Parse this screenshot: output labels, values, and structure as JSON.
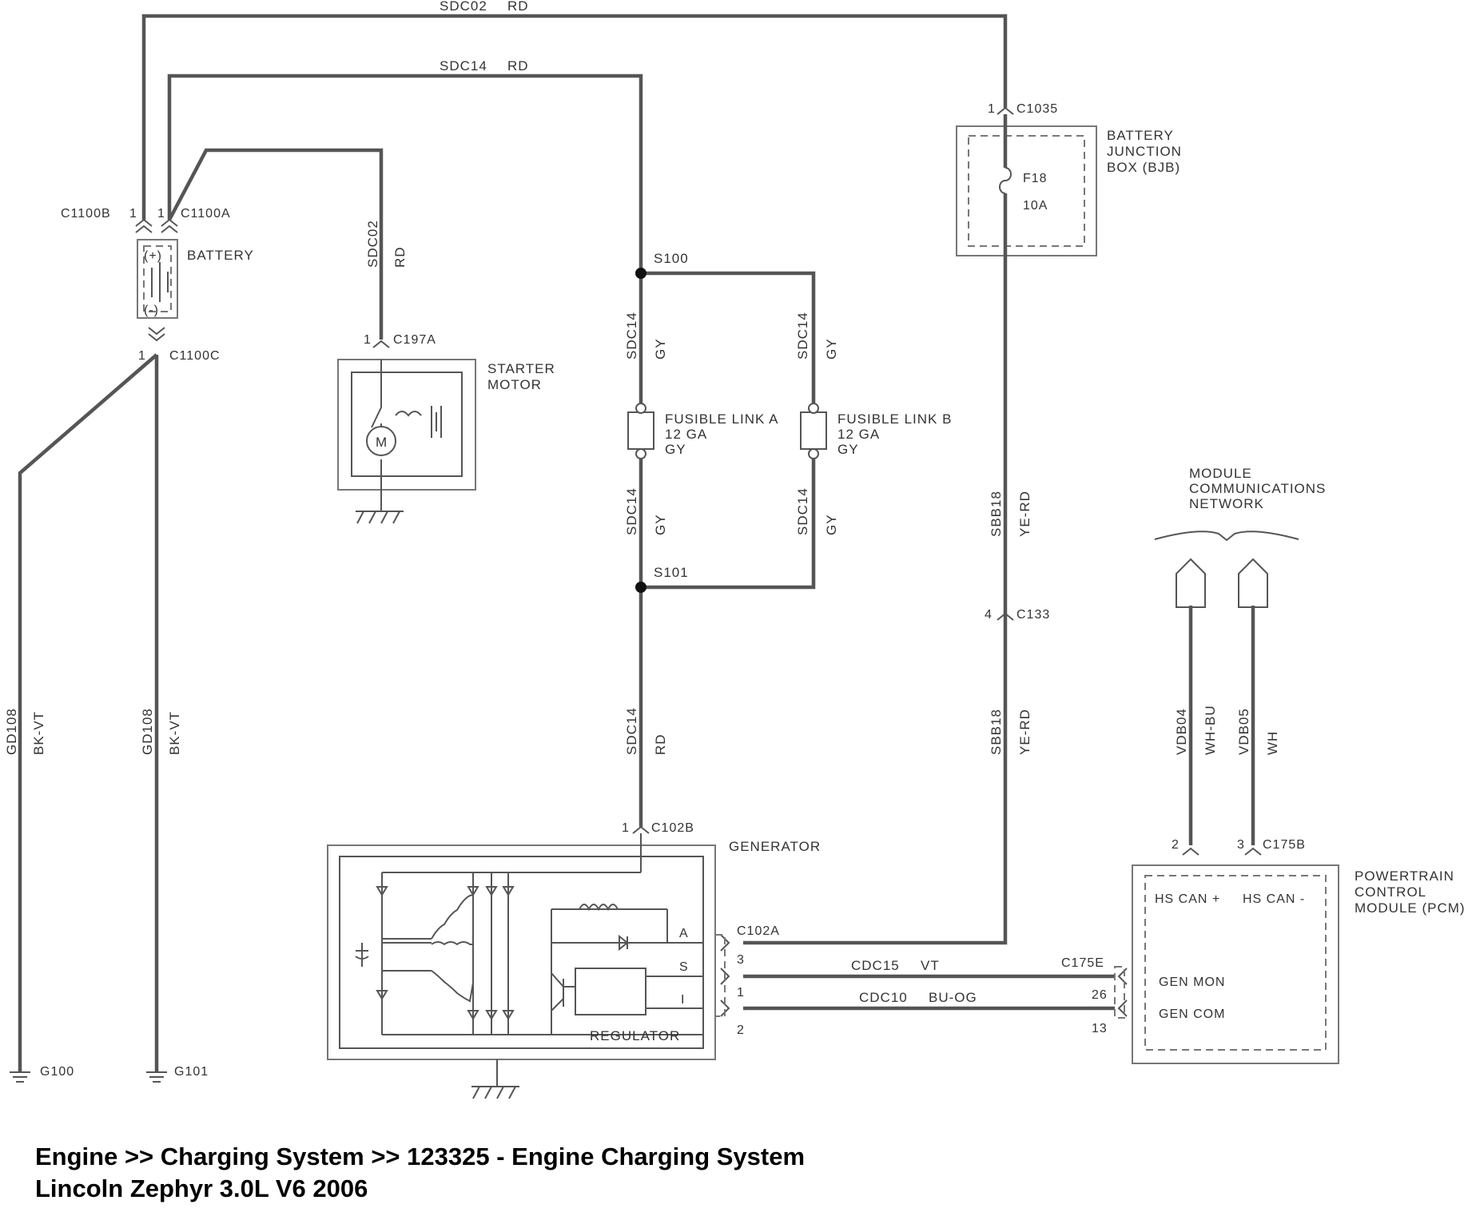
{
  "wires": {
    "top_long": {
      "circuit": "SDC02",
      "color": "RD"
    },
    "top_second": {
      "circuit": "SDC14",
      "color": "RD"
    },
    "starter_feed": {
      "circuit": "SDC02",
      "color": "RD"
    },
    "link_a_upper": {
      "circuit": "SDC14",
      "color": "GY"
    },
    "link_b_upper": {
      "circuit": "SDC14",
      "color": "GY"
    },
    "link_a_lower": {
      "circuit": "SDC14",
      "color": "GY"
    },
    "link_b_lower": {
      "circuit": "SDC14",
      "color": "GY"
    },
    "gen_feed": {
      "circuit": "SDC14",
      "color": "RD"
    },
    "bjb_upper": {
      "circuit": "SBB18",
      "color": "YE-RD"
    },
    "bjb_lower": {
      "circuit": "SBB18",
      "color": "YE-RD"
    },
    "ground_left": {
      "circuit": "GD108",
      "color": "BK-VT"
    },
    "ground_right": {
      "circuit": "GD108",
      "color": "BK-VT"
    },
    "can_plus": {
      "circuit": "VDB04",
      "color": "WH-BU"
    },
    "can_minus": {
      "circuit": "VDB05",
      "color": "WH"
    },
    "gen_mon": {
      "circuit": "CDC15",
      "color": "VT"
    },
    "gen_com": {
      "circuit": "CDC10",
      "color": "BU-OG"
    }
  },
  "connectors": {
    "c1100b": {
      "name": "C1100B",
      "pin": "1"
    },
    "c1100a": {
      "name": "C1100A",
      "pin": "1"
    },
    "c1100c": {
      "name": "C1100C",
      "pin": "1"
    },
    "c197a": {
      "name": "C197A",
      "pin": "1"
    },
    "c1035": {
      "name": "C1035",
      "pin": "1"
    },
    "c133": {
      "name": "C133",
      "pin": "4"
    },
    "c102b": {
      "name": "C102B",
      "pin": "1"
    },
    "c102a": {
      "name": "C102A",
      "pins": [
        "3",
        "1",
        "2"
      ]
    },
    "c175e": {
      "name": "C175E",
      "pins": [
        "26",
        "13"
      ]
    },
    "c175b": {
      "name": "C175B",
      "pins": [
        "2",
        "3"
      ]
    }
  },
  "splices": {
    "s100": "S100",
    "s101": "S101"
  },
  "components": {
    "battery": {
      "label": "BATTERY",
      "plus": "(+)",
      "minus": "(-)"
    },
    "starter": {
      "line1": "STARTER",
      "line2": "MOTOR",
      "motor_symbol": "M"
    },
    "bjb": {
      "line1": "BATTERY",
      "line2": "JUNCTION",
      "line3": "BOX (BJB)",
      "fuse": "F18",
      "rating": "10A"
    },
    "fusible_a": {
      "line1": "FUSIBLE LINK A",
      "line2": "12 GA",
      "line3": "GY"
    },
    "fusible_b": {
      "line1": "FUSIBLE LINK B",
      "line2": "12 GA",
      "line3": "GY"
    },
    "network": {
      "line1": "MODULE",
      "line2": "COMMUNICATIONS",
      "line3": "NETWORK"
    },
    "generator": {
      "label": "GENERATOR",
      "regulator": "REGULATOR",
      "term_a": "A",
      "term_s": "S",
      "term_i": "I"
    },
    "pcm": {
      "line1": "POWERTRAIN",
      "line2": "CONTROL",
      "line3": "MODULE (PCM)",
      "can_plus": "HS CAN +",
      "can_minus": "HS CAN -",
      "gen_mon": "GEN MON",
      "gen_com": "GEN COM"
    }
  },
  "grounds": {
    "g100": "G100",
    "g101": "G101"
  },
  "footer": {
    "line1": "Engine >> Charging System >> 123325 - Engine Charging System",
    "line2": "Lincoln Zephyr 3.0L V6 2006"
  }
}
